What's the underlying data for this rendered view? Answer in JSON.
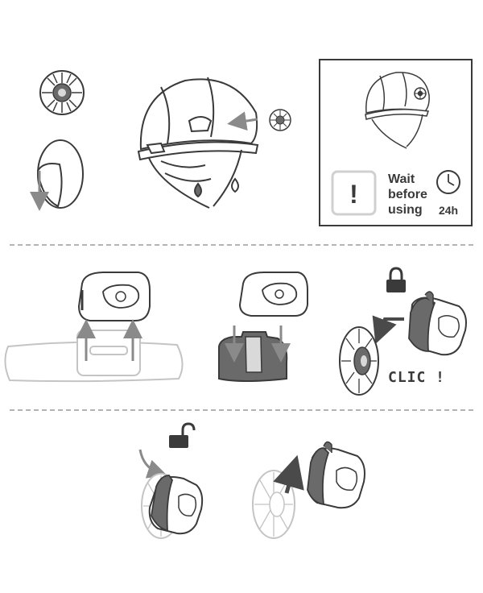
{
  "wait_box": {
    "line1": "Wait",
    "line2": "before",
    "line3": "using",
    "time": "24h",
    "warning_symbol": "!"
  },
  "clic_label": "CLIC !",
  "colors": {
    "stroke": "#3a3a3a",
    "dark_fill": "#6a6a6a",
    "light_fill": "#d9d9d9",
    "faded_stroke": "#c4c4c4",
    "arrow": "#8a8a8a",
    "divider": "#9a9a9a"
  },
  "icons": [
    "sticker-disc-icon",
    "peel-arrow-icon",
    "helmet-icon",
    "clock-icon",
    "warning-icon",
    "padlock-closed-icon",
    "padlock-open-icon",
    "headlamp-icon",
    "headband-icon",
    "mount-plate-icon"
  ]
}
